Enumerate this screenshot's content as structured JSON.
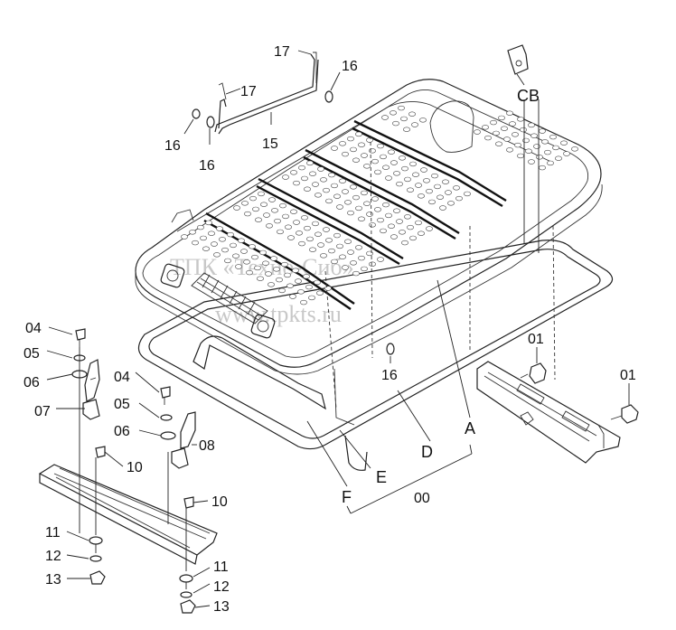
{
  "watermark": {
    "line1": "ТПК «Техно-Сиб»",
    "line2": "www.tpkts.ru"
  },
  "callouts": {
    "p17a": "17",
    "p17b": "17",
    "p16a": "16",
    "p16b": "16",
    "p16c": "16",
    "p16d": "16",
    "p15": "15",
    "pCB": "CB",
    "p04a": "04",
    "p05a": "05",
    "p06a": "06",
    "p07": "07",
    "p04b": "04",
    "p05b": "05",
    "p06b": "06",
    "p08": "08",
    "p10a": "10",
    "p10b": "10",
    "p11a": "11",
    "p12a": "12",
    "p13a": "13",
    "p11b": "11",
    "p12b": "12",
    "p13b": "13",
    "p01a": "01",
    "p01b": "01",
    "pA": "A",
    "pD": "D",
    "pE": "E",
    "pF": "F",
    "p00": "00"
  }
}
